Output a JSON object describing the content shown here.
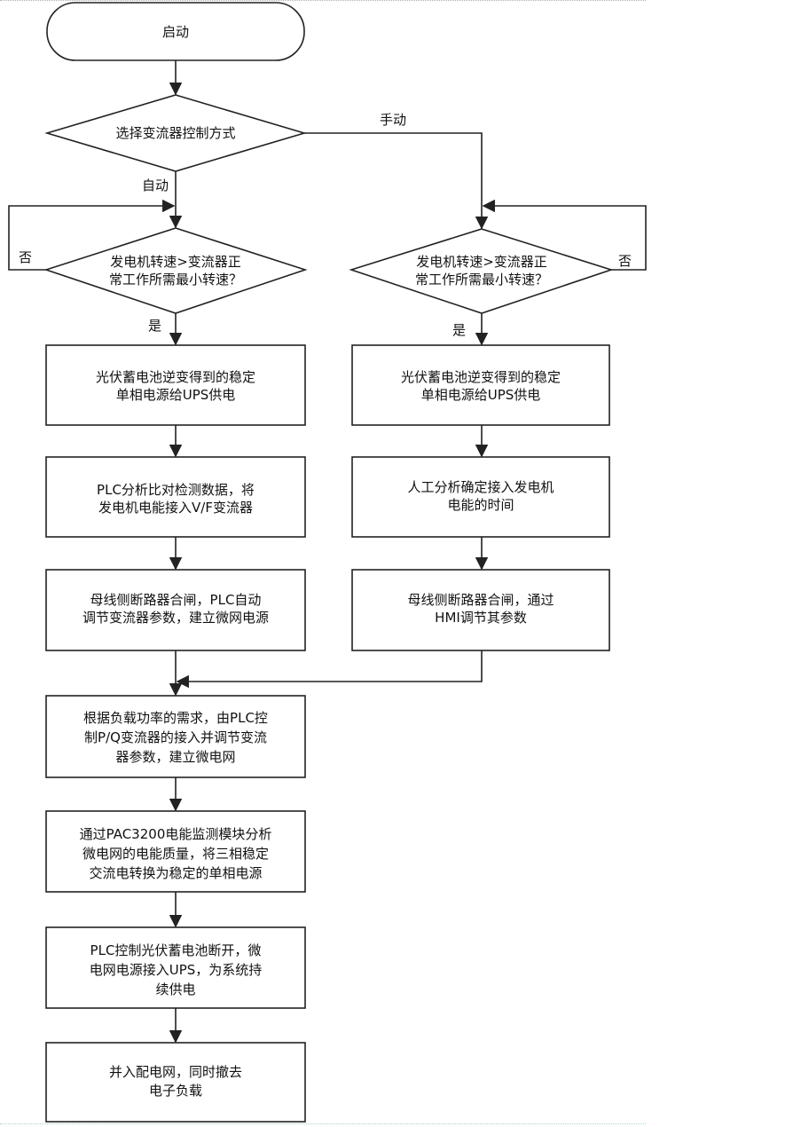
{
  "nodes": {
    "start": {
      "lines": [
        "启动"
      ]
    },
    "decision_mode": {
      "lines": [
        "选择变流器控制方式"
      ]
    },
    "decision_speed_auto": {
      "lines": [
        "发电机转速>变流器正",
        "常工作所需最小转速？"
      ]
    },
    "decision_speed_manual": {
      "lines": [
        "发电机转速>变流器正",
        "常工作所需最小转速？"
      ]
    },
    "auto_ups": {
      "lines": [
        "光伏蓄电池逆变得到的稳定",
        "单相电源给UPS供电"
      ]
    },
    "manual_ups": {
      "lines": [
        "光伏蓄电池逆变得到的稳定",
        "单相电源给UPS供电"
      ]
    },
    "auto_plc_analysis": {
      "lines": [
        "PLC分析比对检测数据，将",
        "发电机电能接入V/F变流器"
      ]
    },
    "manual_analysis": {
      "lines": [
        "人工分析确定接入发电机",
        "电能的时间"
      ]
    },
    "auto_breaker": {
      "lines": [
        "母线侧断路器合闸，PLC自动",
        "调节变流器参数，建立微网电源"
      ]
    },
    "manual_breaker": {
      "lines": [
        "母线侧断路器合闸，通过",
        "HMI调节其参数"
      ]
    },
    "load_control": {
      "lines": [
        "根据负载功率的需求，由PLC控",
        "制P/Q变流器的接入并调节变流",
        "器参数，建立微电网"
      ]
    },
    "pac3200": {
      "lines": [
        "通过PAC3200电能监测模块分析",
        "微电网的电能质量，将三相稳定",
        "交流电转换为稳定的单相电源"
      ]
    },
    "plc_disconnect": {
      "lines": [
        "PLC控制光伏蓄电池断开，微",
        "电网电源接入UPS，为系统持",
        "续供电"
      ]
    },
    "grid_connect": {
      "lines": [
        "并入配电网，同时撤去",
        "电子负载"
      ]
    }
  },
  "edge_labels": {
    "manual": "手动",
    "auto": "自动",
    "no_left": "否",
    "yes_left": "是",
    "yes_right": "是",
    "no_right": "否"
  }
}
